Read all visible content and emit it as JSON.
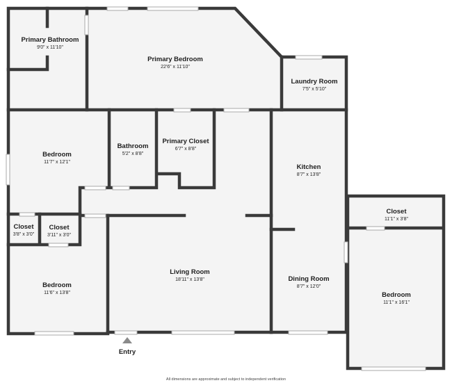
{
  "rooms": [
    {
      "id": "primary-bathroom",
      "name": "Primary Bathroom",
      "dims": "9'0\" x 11'10\""
    },
    {
      "id": "primary-bedroom",
      "name": "Primary Bedroom",
      "dims": "22'6\" x 11'10\""
    },
    {
      "id": "laundry-room",
      "name": "Laundry Room",
      "dims": "7'5\" x 5'10\""
    },
    {
      "id": "bedroom-west",
      "name": "Bedroom",
      "dims": "11'7\" x 12'1\""
    },
    {
      "id": "bathroom",
      "name": "Bathroom",
      "dims": "5'2\" x 8'8\""
    },
    {
      "id": "primary-closet",
      "name": "Primary Closet",
      "dims": "6'7\" x 8'8\""
    },
    {
      "id": "kitchen",
      "name": "Kitchen",
      "dims": "8'7\" x 13'8\""
    },
    {
      "id": "closet-east",
      "name": "Closet",
      "dims": "11'1\" x 3'8\""
    },
    {
      "id": "closet-small-1",
      "name": "Closet",
      "dims": "3'8\" x 3'0\""
    },
    {
      "id": "closet-small-2",
      "name": "Closet",
      "dims": "3'11\" x 3'0\""
    },
    {
      "id": "living-room",
      "name": "Living Room",
      "dims": "18'11\" x 13'8\""
    },
    {
      "id": "dining-room",
      "name": "Dining Room",
      "dims": "8'7\" x 12'0\""
    },
    {
      "id": "bedroom-southwest",
      "name": "Bedroom",
      "dims": "11'6\" x 13'8\""
    },
    {
      "id": "bedroom-east",
      "name": "Bedroom",
      "dims": "11'1\" x 16'1\""
    }
  ],
  "entry_label": "Entry",
  "disclaimer": "All dimensions are approximate and subject to independent verification",
  "colors": {
    "wall": "#3a3a3a",
    "floor": "#f4f4f4",
    "window": "#ffffff",
    "text": "#1e1e1e"
  }
}
